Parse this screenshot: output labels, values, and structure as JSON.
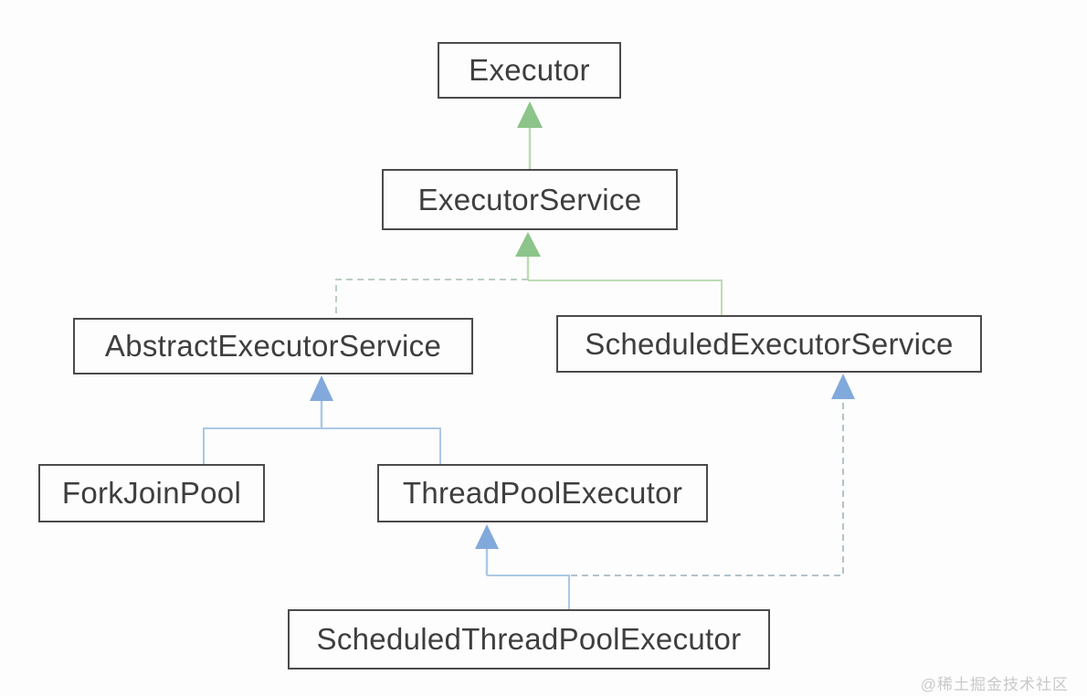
{
  "nodes": {
    "executor": "Executor",
    "executor_service": "ExecutorService",
    "abstract_executor_service": "AbstractExecutorService",
    "scheduled_executor_service": "ScheduledExecutorService",
    "fork_join_pool": "ForkJoinPool",
    "thread_pool_executor": "ThreadPoolExecutor",
    "scheduled_thread_pool_executor": "ScheduledThreadPoolExecutor"
  },
  "edges": [
    {
      "from": "ExecutorService",
      "to": "Executor",
      "style": "solid",
      "color": "green"
    },
    {
      "from": "AbstractExecutorService",
      "to": "ExecutorService",
      "style": "dashed",
      "color": "green"
    },
    {
      "from": "ScheduledExecutorService",
      "to": "ExecutorService",
      "style": "solid",
      "color": "green"
    },
    {
      "from": "ForkJoinPool",
      "to": "AbstractExecutorService",
      "style": "solid",
      "color": "blue"
    },
    {
      "from": "ThreadPoolExecutor",
      "to": "AbstractExecutorService",
      "style": "solid",
      "color": "blue"
    },
    {
      "from": "ScheduledThreadPoolExecutor",
      "to": "ThreadPoolExecutor",
      "style": "solid",
      "color": "blue"
    },
    {
      "from": "ScheduledThreadPoolExecutor",
      "to": "ScheduledExecutorService",
      "style": "dashed",
      "color": "blue"
    }
  ],
  "watermark": {
    "text": "@稀土掘金技术社区"
  },
  "colors": {
    "green_arrow": "#8cc48a",
    "green_line": "#bcdcb2",
    "green_dashed": "#bccfc2",
    "blue_arrow": "#82a9dc",
    "blue_line": "#abc8e5",
    "blue_dashed": "#b3c2cb",
    "box_border": "#4b4b4b",
    "text": "#3e3e3e",
    "watermark_text": "#c9c9c9",
    "background": "#fdfdfd"
  }
}
